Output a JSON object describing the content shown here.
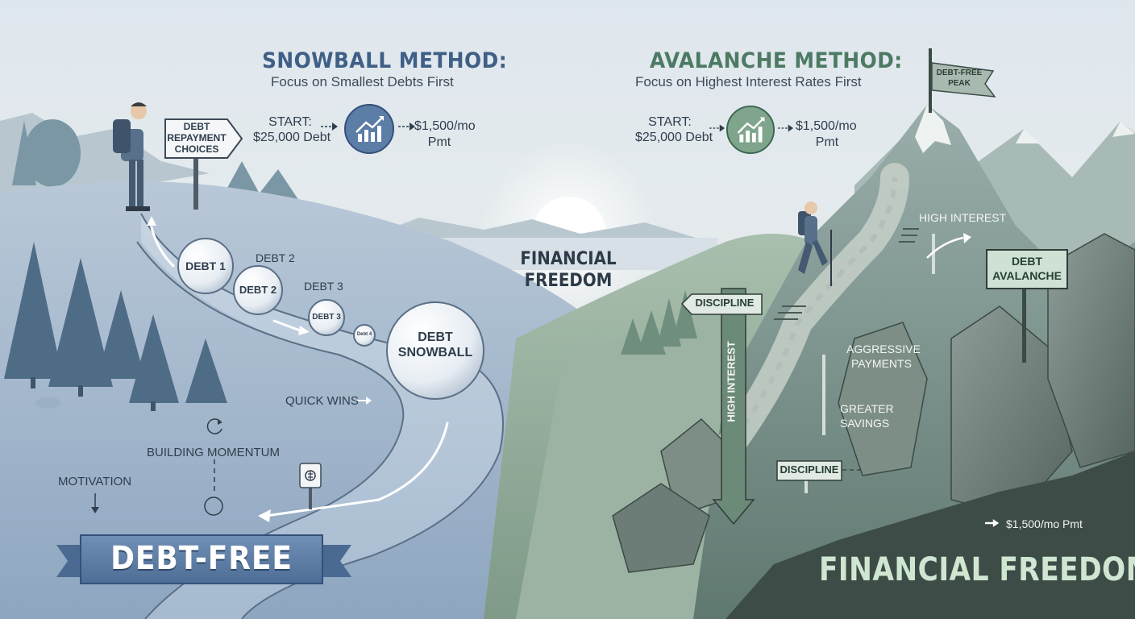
{
  "snowball": {
    "title": "SNOWBALL METHOD:",
    "subtitle": "Focus on Smallest Debts First",
    "start_label": "START:",
    "start_value": "$25,000 Debt",
    "payment": "$1,500/mo",
    "payment_unit": "Pmt",
    "signpost_line1": "DEBT",
    "signpost_line2": "REPAYMENT",
    "signpost_line3": "CHOICES",
    "debt1": "DEBT 1",
    "debt2_label": "DEBT 2",
    "debt2": "DEBT 2",
    "debt3_label": "DEBT 3",
    "debt3": "DEBT 3",
    "debt4": "Debt 4",
    "snowball_line1": "DEBT",
    "snowball_line2": "SNOWBALL",
    "quick_wins": "QUICK WINS",
    "building_momentum": "BUILDING MOMENTUM",
    "motivation": "MOTIVATION",
    "banner": "DEBT-FREE"
  },
  "center": {
    "line1": "FINANCIAL",
    "line2": "FREEDOM"
  },
  "avalanche": {
    "title": "AVALANCHE METHOD:",
    "subtitle": "Focus on Highest Interest Rates First",
    "start_label": "START:",
    "start_value": "$25,000 Debt",
    "payment": "$1,500/mo",
    "payment_unit": "Pmt",
    "flag_line1": "DEBT-FREE",
    "flag_line2": "PEAK",
    "high_interest_top": "HIGH INTEREST",
    "debt_avalanche_line1": "DEBT",
    "debt_avalanche_line2": "AVALANCHE",
    "discipline_top": "DISCIPLINE",
    "high_interest_vertical": "HIGH INTEREST",
    "aggressive_line1": "AGGRESSIVE",
    "aggressive_line2": "PAYMENTS",
    "savings_line1": "GREATER",
    "savings_line2": "SAVINGS",
    "discipline_bottom": "DISCIPLINE",
    "payment_note": "$1,500/mo Pmt",
    "bottom_title": "FINANCIAL FREEDOM"
  },
  "icons": {
    "snowball_chart": "growth-chart-icon",
    "avalanche_chart": "growth-chart-icon",
    "arrow": "right-arrow-icon",
    "cycle": "refresh-icon",
    "small_sign": "money-sign-icon"
  },
  "colors": {
    "snowball_accent": "#3f5f86",
    "avalanche_accent": "#4d7a62",
    "banner": "#5a7aa3",
    "bottom_title": "#cfe6d2"
  }
}
